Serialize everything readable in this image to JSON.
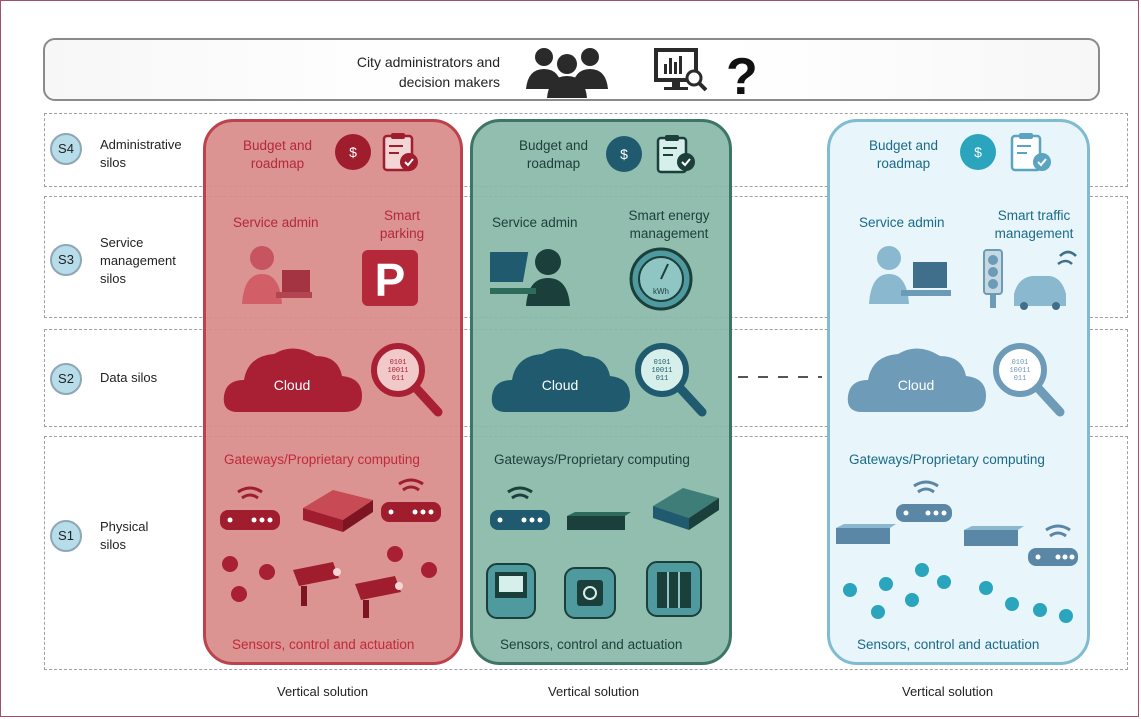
{
  "header": {
    "line1": "City administrators and",
    "line2": "decision makers",
    "question_mark": "?"
  },
  "rows": [
    {
      "badge": "S4",
      "label1": "Administrative",
      "label2": "silos",
      "label3": ""
    },
    {
      "badge": "S3",
      "label1": "Service",
      "label2": "management",
      "label3": "silos"
    },
    {
      "badge": "S2",
      "label1": "Data silos",
      "label2": "",
      "label3": ""
    },
    {
      "badge": "S1",
      "label1": "Physical",
      "label2": "silos",
      "label3": ""
    }
  ],
  "columns": [
    {
      "budget1": "Budget and",
      "budget2": "roadmap",
      "dollar": "$",
      "service_admin": "Service admin",
      "smart1": "Smart",
      "smart2": "parking",
      "parking_letter": "P",
      "cloud": "Cloud",
      "gateways": "Gateways/Proprietary computing",
      "sensors": "Sensors, control and actuation",
      "footer": "Vertical solution",
      "colors": {
        "fill": "#d98c88",
        "border": "#b7343f",
        "accent": "#b4283a",
        "text": "#c02a3a"
      }
    },
    {
      "budget1": "Budget and",
      "budget2": "roadmap",
      "dollar": "$",
      "service_admin": "Service admin",
      "smart1": "Smart energy",
      "smart2": "management",
      "meter_unit": "kWh",
      "cloud": "Cloud",
      "gateways": "Gateways/Proprietary computing",
      "sensors": "Sensors, control and actuation",
      "footer": "Vertical solution",
      "colors": {
        "fill": "#88b9a8",
        "border": "#2d6b5a",
        "accent": "#1f5a6e",
        "text": "#1b3f3a"
      }
    },
    {
      "budget1": "Budget and",
      "budget2": "roadmap",
      "dollar": "$",
      "service_admin": "Service admin",
      "smart1": "Smart traffic",
      "smart2": "management",
      "cloud": "Cloud",
      "gateways": "Gateways/Proprietary computing",
      "sensors": "Sensors, control and actuation",
      "footer": "Vertical solution",
      "colors": {
        "fill": "#e8f5fa",
        "border": "#7fbcd2",
        "accent": "#2aa5bd",
        "text": "#1a6a8a"
      }
    }
  ]
}
